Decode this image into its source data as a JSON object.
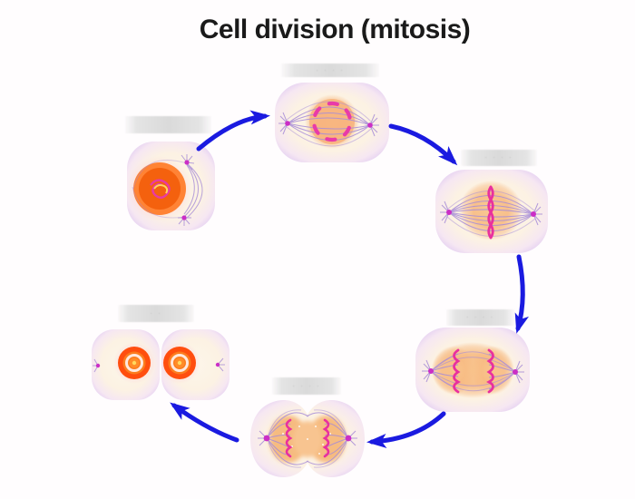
{
  "title": "Cell division (mitosis)",
  "label_boxes": [
    {
      "id": "blank-1",
      "dots": ""
    },
    {
      "id": "blank-2",
      "dots": "· · · ·"
    },
    {
      "id": "blank-3",
      "dots": "· · · ·"
    },
    {
      "id": "blank-4",
      "dots": "· · · ·"
    },
    {
      "id": "blank-5",
      "dots": "· · · ·"
    },
    {
      "id": "blank-6",
      "dots": "· ·"
    }
  ],
  "colors": {
    "background": "#fffdfe",
    "title_text": "#1a1a1a",
    "arrow_blue": "#1a1ae0",
    "cell_membrane_lavender": "#cfb5e9",
    "cytoplasm_cream": "#fdf6ea",
    "nucleus_orange": "#ff5a14",
    "nucleus_peach": "#f7ba81",
    "chromosome_magenta": "#e9309e",
    "spindle_fiber": "#a78cd8",
    "centrosome_dot": "#cb2ec6",
    "label_box_gray": "#dadada"
  }
}
